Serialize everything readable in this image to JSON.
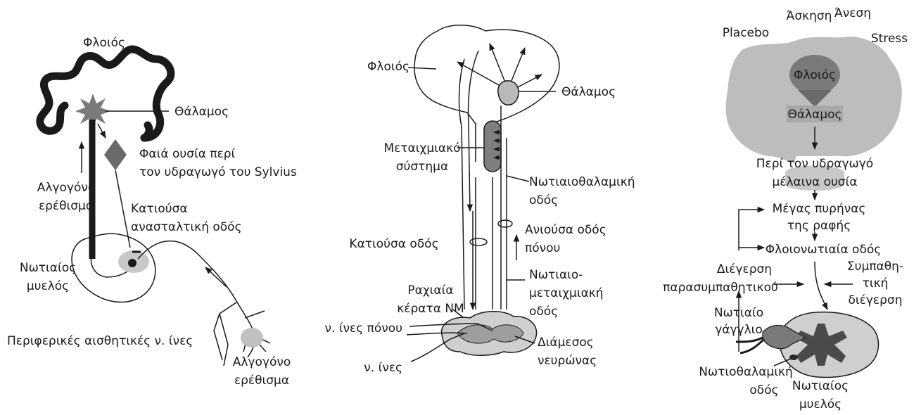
{
  "colors": {
    "ink": "#1a1a1a",
    "dark_gray": "#6f6f6f",
    "mid_gray": "#9a9a9a",
    "light_gray": "#c8c8c8",
    "brain_gray": "#bdbdbd"
  },
  "panel_a": {
    "cortex": "Φλοιός",
    "thalamus": "Θάλαμος",
    "pag_line1": "Φαιά ουσία περί",
    "pag_line2": "τον υδραγωγό του Sylvius",
    "stimulus_line1": "Αλγογόνο",
    "stimulus_line2": "ερέθισμα",
    "descending_line1": "Κατιούσα",
    "descending_line2": "ανασταλτική οδός",
    "spinal_line1": "Νωτιαίος",
    "spinal_line2": "μυελός",
    "peripheral": "Περιφερικές αισθητικές ν. ίνες",
    "stimulus2_line1": "Αλγογόνο",
    "stimulus2_line2": "ερέθισμα"
  },
  "panel_b": {
    "cortex": "Φλοιός",
    "thalamus": "Θάλαμος",
    "limbic_line1": "Μεταιχμιακό",
    "limbic_line2": "σύστημα",
    "spinothalamic_line1": "Νωτιαιοθαλαμική",
    "spinothalamic_line2": "οδός",
    "ascending_line1": "Ανιούσα οδός",
    "ascending_line2": "πόνου",
    "descending": "Κατιούσα οδός",
    "spinolimbic_line1": "Νωτιαιο-",
    "spinolimbic_line2": "μεταιχμιακή",
    "spinolimbic_line3": "οδός",
    "dorsal_line1": "Ραχιαία",
    "dorsal_line2": "κέρατα ΝΜ",
    "pain_fibers": "ν. ίνες πόνου",
    "fibers": "ν. ίνες",
    "interneuron_line1": "Διάμεσος",
    "interneuron_line2": "νευρώνας"
  },
  "panel_c": {
    "placebo": "Placebo",
    "exercise": "Άσκηση",
    "relaxation": "Άνεση",
    "stress": "Stress",
    "cortex": "Φλοιός",
    "thalamus": "Θάλαμος",
    "pag_line1": "Περί τον υδραγωγό",
    "pag_line2": "μέλαινα ουσία",
    "raphe_line1": "Μέγας πυρήνας",
    "raphe_line2": "της ραφής",
    "corticospinal": "Φλοιονωτιαία οδός",
    "parasym_line1": "Διέγερση",
    "parasym_line2": "παρασυμπαθητικού",
    "sym_line1": "Συμπαθη-",
    "sym_line2": "τική",
    "sym_line3": "διέγερση",
    "ganglion_line1": "Νωτιαίο",
    "ganglion_line2": "γάγγλιο",
    "spinothal_line1": "Νωτιοθαλαμική",
    "spinothal_line2": "οδός",
    "spinal_line1": "Νωτιαίος",
    "spinal_line2": "μυελός"
  }
}
